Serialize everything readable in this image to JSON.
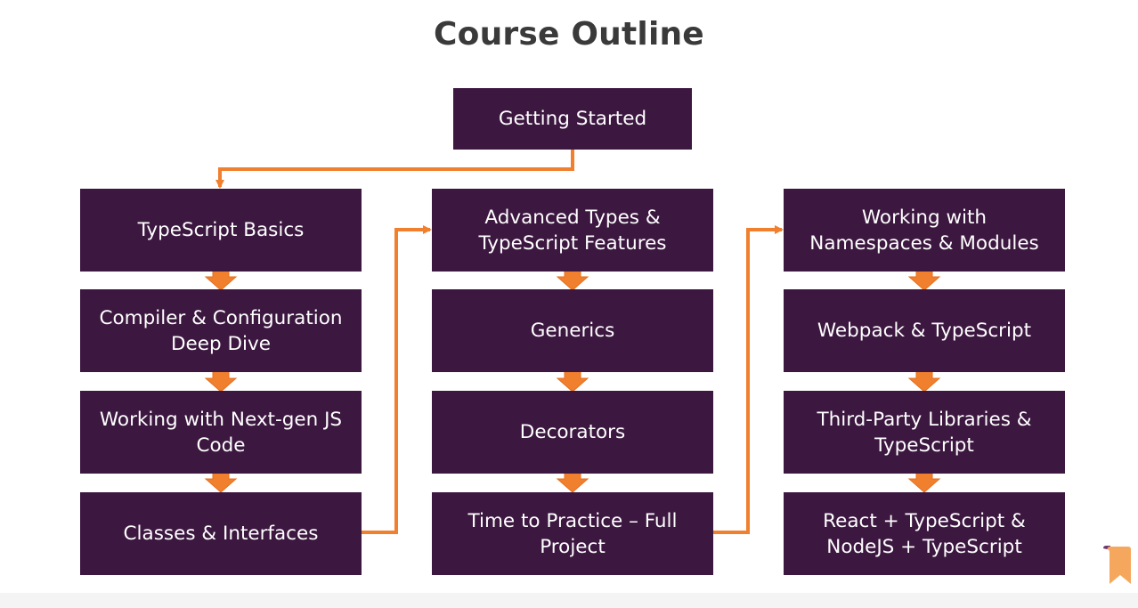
{
  "title": "Course Outline",
  "modules": {
    "top": "Getting Started",
    "col1": [
      "TypeScript Basics",
      "Compiler & Configuration\nDeep Dive",
      "Working with Next-gen JS\nCode",
      "Classes & Interfaces"
    ],
    "col2": [
      "Advanced Types &\nTypeScript Features",
      "Generics",
      "Decorators",
      "Time to Practice – Full\nProject"
    ],
    "col3": [
      "Working with\nNamespaces & Modules",
      "Webpack & TypeScript",
      "Third-Party Libraries &\nTypeScript",
      "React + TypeScript &\nNodeJS + TypeScript"
    ]
  },
  "colors": {
    "box": "#3c1740",
    "arrow": "#f07f2e",
    "text": "#ffffff",
    "title": "#3a3a3a",
    "logo": "#f5a85d"
  },
  "logo_icon": "bookmark-logo-icon"
}
